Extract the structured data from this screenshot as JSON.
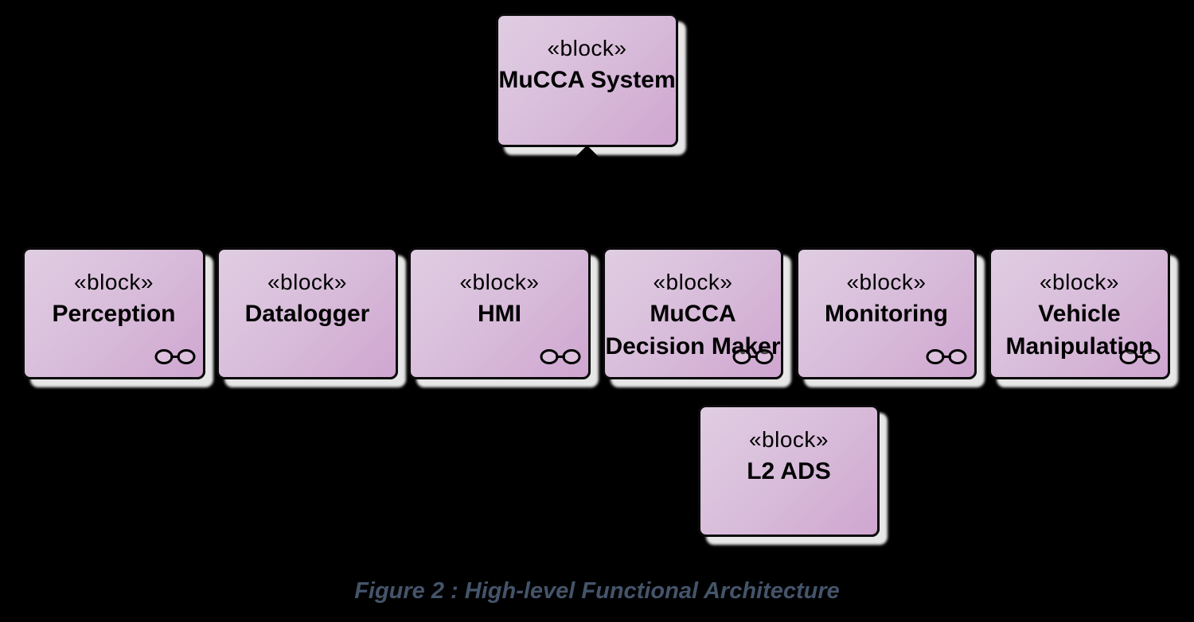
{
  "figure": {
    "caption": "Figure 2 : High-level Functional Architecture"
  },
  "styles": {
    "background_color": "#000000",
    "block_fill_light": "#e0cde2",
    "block_fill_dark": "#cfa6d0",
    "block_border_color": "#0b0b0b",
    "block_shadow_color": "#e7e7e7",
    "block_text_color": "#000000",
    "caption_color": "#44546A"
  },
  "blocks": {
    "mucca_system": {
      "stereotype": "«block»",
      "name": "MuCCA System"
    },
    "perception": {
      "stereotype": "«block»",
      "name": "Perception"
    },
    "datalogger": {
      "stereotype": "«block»",
      "name": "Datalogger"
    },
    "hmi": {
      "stereotype": "«block»",
      "name": "HMI"
    },
    "decision_maker": {
      "stereotype": "«block»",
      "name": "MuCCA\nDecision Maker"
    },
    "monitoring": {
      "stereotype": "«block»",
      "name": "Monitoring"
    },
    "vehicle_manipulation": {
      "stereotype": "«block»",
      "name": "Vehicle\nManipulation"
    },
    "l2_ads": {
      "stereotype": "«block»",
      "name": "L2 ADS"
    }
  },
  "icons": {
    "glasses_icon": "two linked ellipses (navigation/reference indicator)",
    "composition_diamond_icon": "filled black diamond (composite aggregation end)"
  }
}
